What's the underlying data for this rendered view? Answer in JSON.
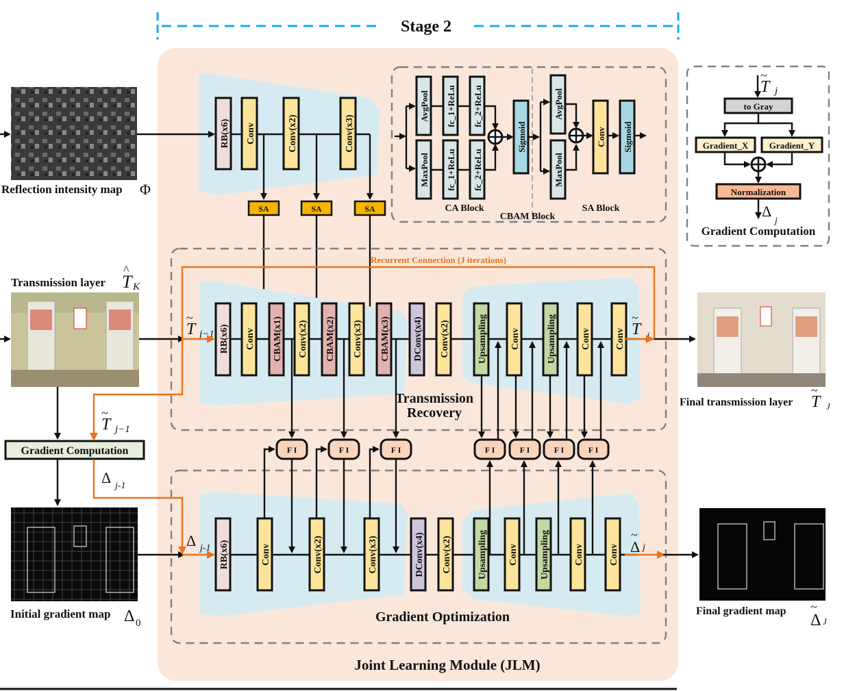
{
  "stage_title": "Stage 2",
  "jlm_title": "Joint Learning Module (JLM)",
  "colors": {
    "stage_dash": "#12aee8",
    "jlm_bg": "#fbe7da",
    "encoder_bg": "#d6ebf1",
    "conv": "#fde49a",
    "rb": "#f0dcdc",
    "cbam": "#e2b3ae",
    "dconv": "#cfc4dd",
    "upsampling": "#c2d8a2",
    "pool": "#d9e6e8",
    "sigmoid": "#a9d8e4",
    "sa": "#f5b400",
    "fi": "#f9d5bd",
    "orange_line": "#e8731d",
    "gradient_panel": "#e8eedc"
  },
  "inputs": {
    "reflection_map": "Reflection intensity map",
    "reflection_symbol": "Φ",
    "transmission_layer": "Transmission layer",
    "transmission_symbol": "T",
    "transmission_sub": "K",
    "gradient_box": "Gradient Computation",
    "initial_gradient": "Initial gradient map",
    "initial_gradient_symbol": "Δ",
    "initial_gradient_sub": "0"
  },
  "outputs": {
    "final_transmission": "Final transmission layer",
    "final_transmission_symbol": "T",
    "final_transmission_sub": "J",
    "final_gradient": "Final gradient map",
    "final_gradient_symbol": "Δ",
    "final_gradient_sub": "J"
  },
  "reflection_branch": {
    "blocks": [
      "RB(x6)",
      "Conv",
      "Conv(x2)",
      "Conv(x3)"
    ],
    "sa_label": "SA"
  },
  "cbam": {
    "ca_top": [
      "AvgPool",
      "fc_1+ReLu",
      "fc_2+ReLu"
    ],
    "ca_bottom": [
      "MaxPool",
      "fc_1+ReLu",
      "fc_2+ReLu"
    ],
    "ca_sigmoid": "Sigmoid",
    "sa_pools": [
      "AvgPool",
      "MaxPool"
    ],
    "sa_conv": "Conv",
    "sa_sigmoid": "Sigmoid",
    "ca_title": "CA Block",
    "sa_title": "SA Block",
    "title": "CBAM Block"
  },
  "gradient_computation": {
    "input_symbol": "T",
    "input_sub": "j",
    "to_gray": "to Gray",
    "gradient_x": "Gradient_X",
    "gradient_y": "Gradient_Y",
    "normalization": "Normalization",
    "output_symbol": "Δ",
    "output_sub": "j",
    "title": "Gradient Computation"
  },
  "transmission_recovery": {
    "title_line1": "Transmission",
    "title_line2": "Recovery",
    "recurrent_label": "Recurrent Connection (J iterations)",
    "input_symbol": "T",
    "input_sub": "j−1",
    "output_symbol": "T",
    "output_sub": "j",
    "blocks": [
      "RB(x6)",
      "Conv",
      "CBAM(x1)",
      "Conv(x2)",
      "CBAM(x2)",
      "Conv(x3)",
      "CBAM(x3)",
      "DConv(x4)",
      "Conv(x2)",
      "Upsampling",
      "Conv",
      "Upsampling",
      "Conv",
      "Conv"
    ],
    "feedback_symbol": "T",
    "feedback_sub": "j−1"
  },
  "gradient_optimization": {
    "title": "Gradient Optimization",
    "input_symbol": "Δ",
    "input_sub": "j-1",
    "output_symbol": "Δ",
    "output_sub": "j",
    "blocks": [
      "RB(x6)",
      "Conv",
      "Conv(x2)",
      "Conv(x3)",
      "DConv(x4)",
      "Conv(x2)",
      "Upsampling",
      "Conv",
      "Upsampling",
      "Conv",
      "Conv"
    ],
    "delta_feedback_symbol": "Δ",
    "delta_feedback_sub": "j-1"
  },
  "fi_label": "F I"
}
